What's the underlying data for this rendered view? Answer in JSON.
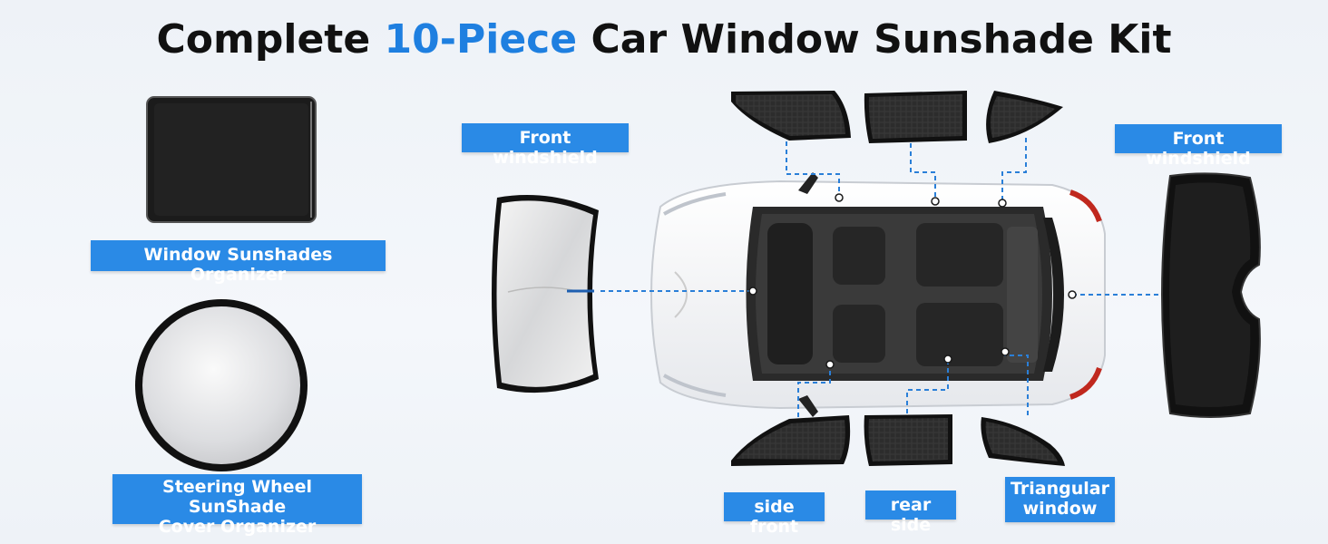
{
  "title": {
    "prefix": "Complete",
    "highlight": "10-Piece",
    "suffix": "Car Window Sunshade Kit"
  },
  "colors": {
    "accent": "#1e7fe0",
    "label_bg": "#2a8ae6",
    "label_text": "#ffffff",
    "title_text": "#111111"
  },
  "labels": {
    "front_windshield_left": "Front windshield",
    "front_windshield_right": "Front windshield",
    "organizer": "Window Sunshades Organizer",
    "steering_line1": "Steering Wheel SunShade",
    "steering_line2": "Cover Organizer",
    "side_front": "side front",
    "rear_side": "rear side",
    "triangular_line1": "Triangular",
    "triangular_line2": "window"
  }
}
